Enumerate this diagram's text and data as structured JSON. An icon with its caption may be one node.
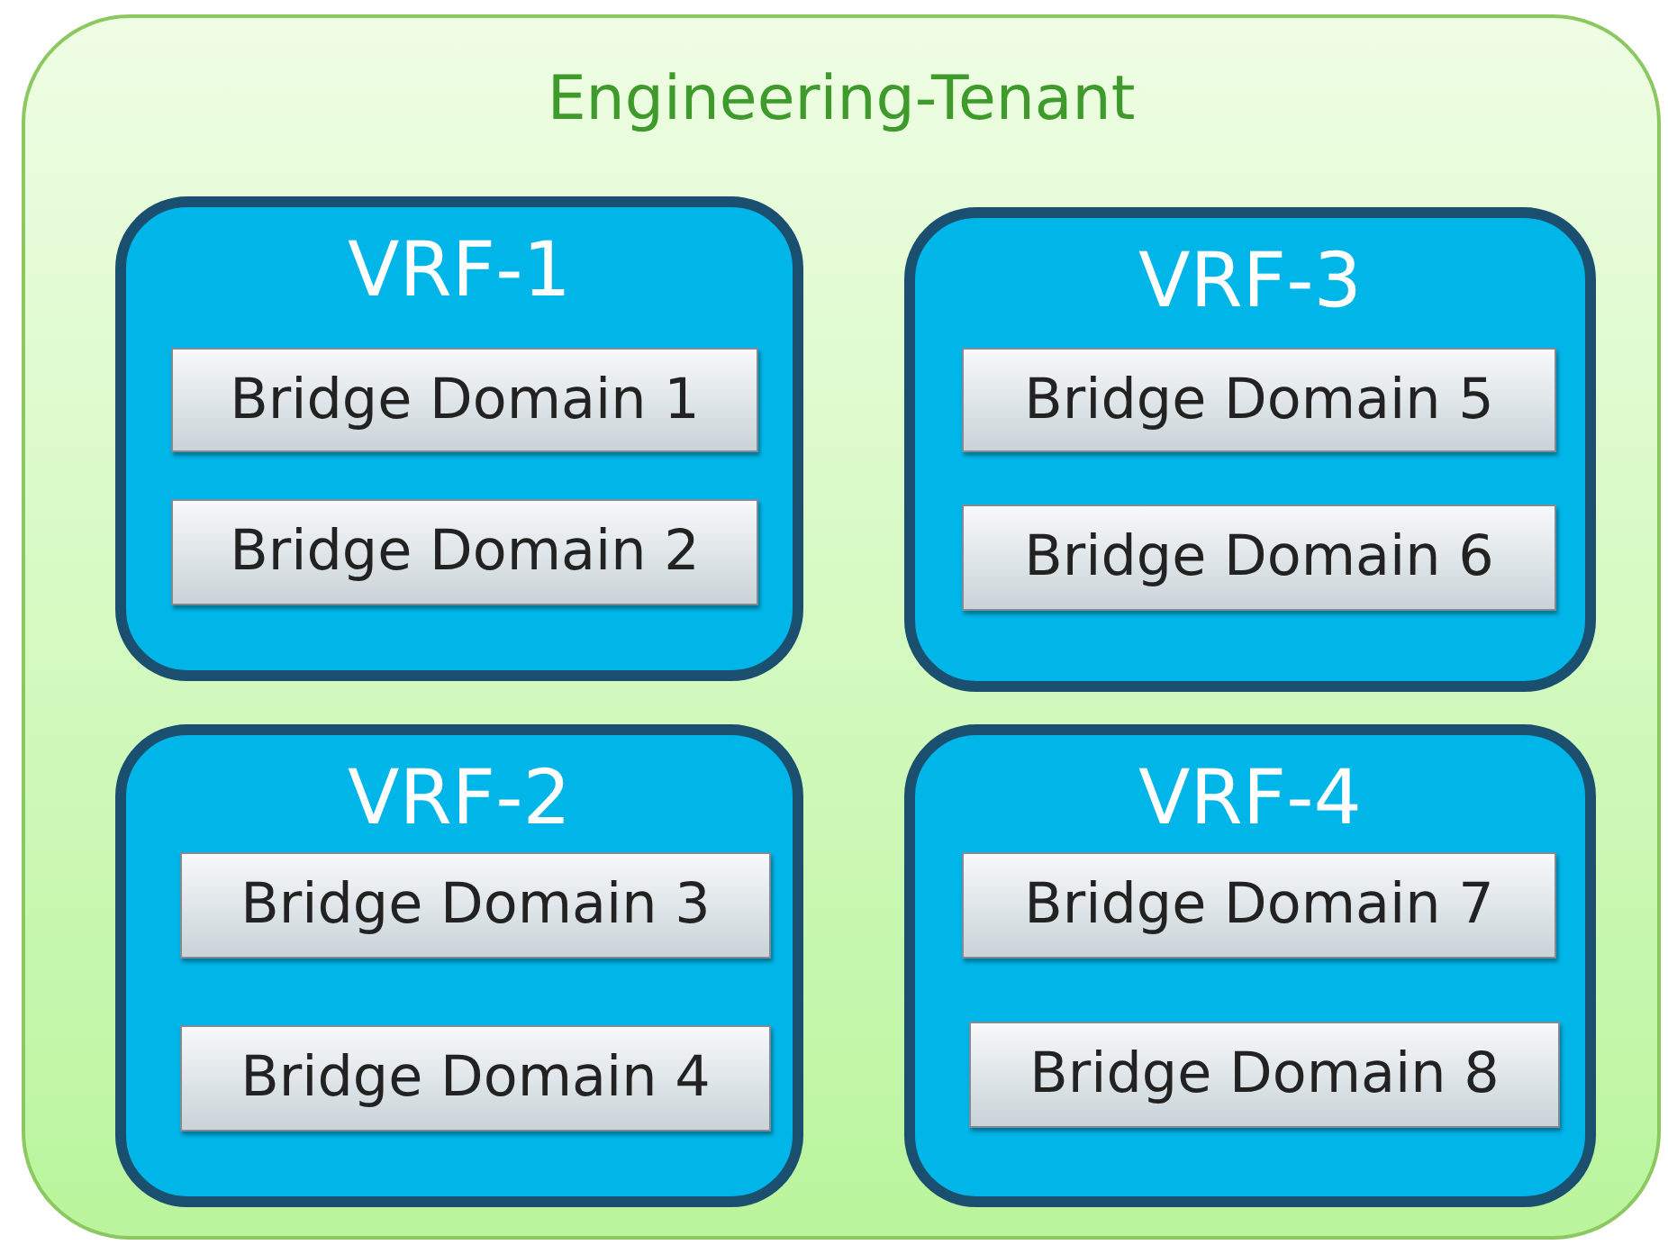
{
  "diagram": {
    "nodes": [
      {
        "text": [
          "Engineering-Tenant"
        ]
      },
      {
        "text": [
          "VRF-1"
        ],
        "in": 0
      },
      {
        "text": [
          "Bridge Domain 1"
        ],
        "in": 1
      },
      {
        "text": [
          "Bridge Domain 2"
        ],
        "in": 1
      },
      {
        "text": [
          "VRF-3"
        ],
        "in": 0
      },
      {
        "text": [
          "Bridge Domain 5"
        ],
        "in": 4
      },
      {
        "text": [
          "Bridge Domain 6"
        ],
        "in": 4
      },
      {
        "text": [
          "VRF-2"
        ],
        "in": 0
      },
      {
        "text": [
          "Bridge Domain 3"
        ],
        "in": 7
      },
      {
        "text": [
          "Bridge Domain 4"
        ],
        "in": 7
      },
      {
        "text": [
          "VRF-4"
        ],
        "in": 0
      },
      {
        "text": [
          "Bridge Domain 7"
        ],
        "in": 10
      },
      {
        "text": [
          "Bridge Domain 8"
        ],
        "in": 10
      }
    ]
  }
}
